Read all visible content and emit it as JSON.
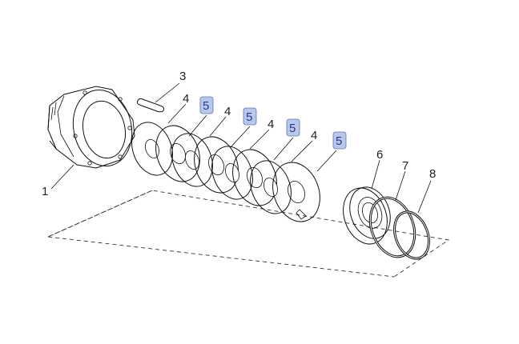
{
  "labels": {
    "housing": "1",
    "pin": "3",
    "steel_disc": "4",
    "friction_disc": "5",
    "piston": "6",
    "seal_outer": "7",
    "seal_inner": "8"
  },
  "highlight_color": "#b9c8ea"
}
